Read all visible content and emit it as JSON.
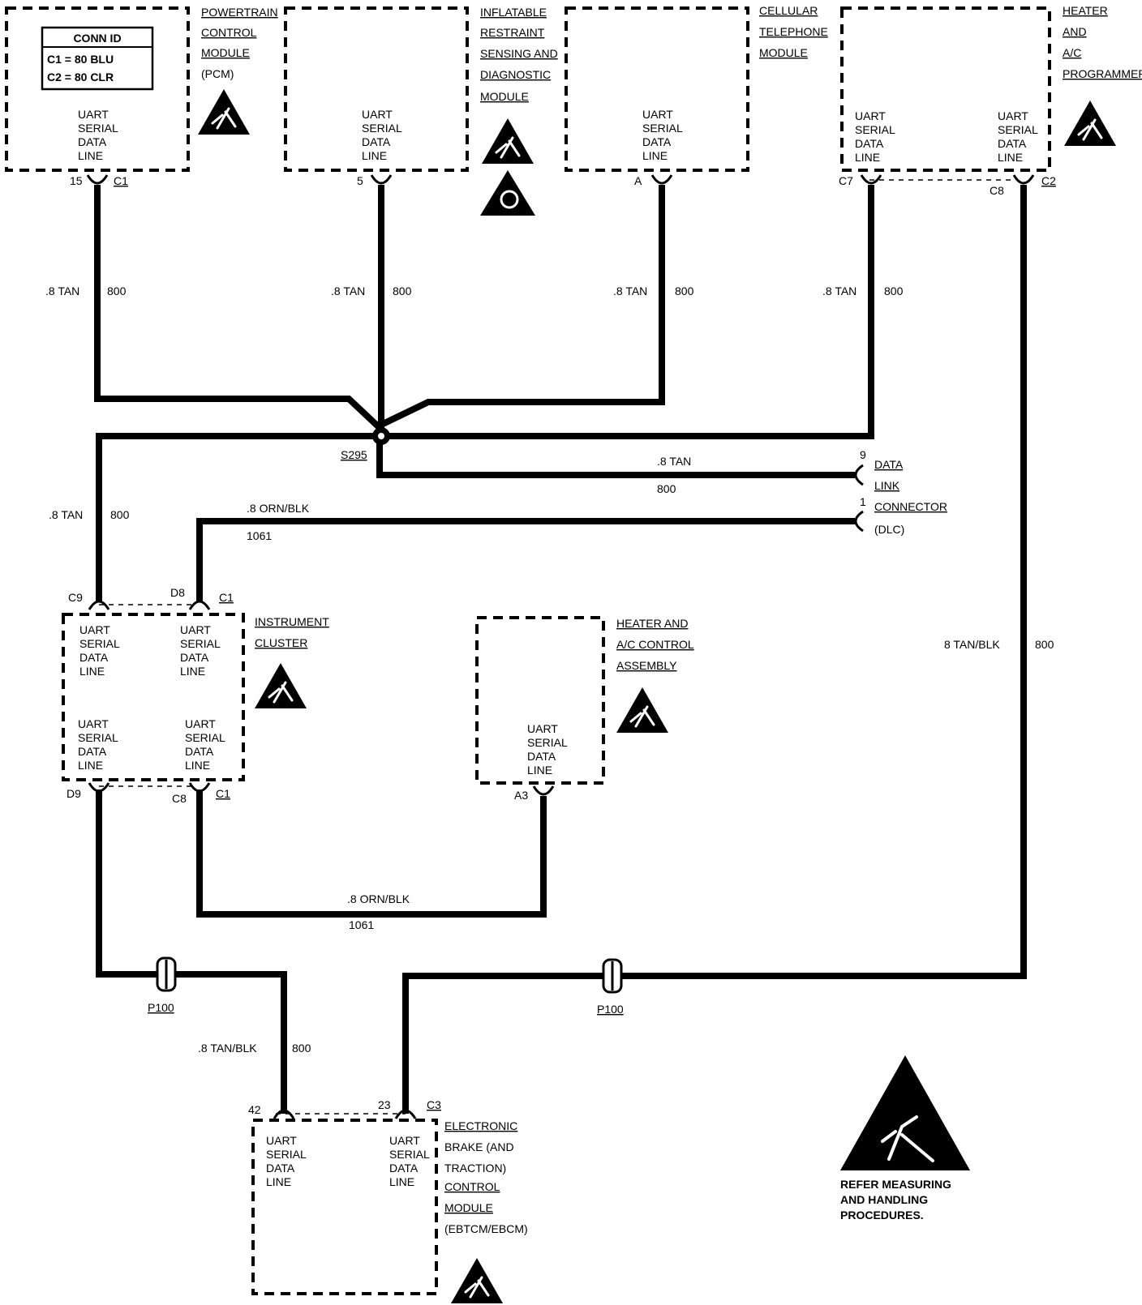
{
  "conn_id": {
    "title": "CONN ID",
    "line1": "C1 = 80 BLU",
    "line2": "C2 = 80 CLR"
  },
  "uart": [
    "UART",
    "SERIAL",
    "DATA",
    "LINE"
  ],
  "modules": {
    "pcm": {
      "lines": [
        "POWERTRAIN",
        "CONTROL",
        "MODULE",
        "(PCM)"
      ],
      "pin": "15",
      "conn": "C1"
    },
    "irsdm": {
      "lines": [
        "INFLATABLE",
        "RESTRAINT",
        "SENSING AND",
        "DIAGNOSTIC",
        "MODULE"
      ],
      "pin": "5"
    },
    "cell": {
      "lines": [
        "CELLULAR",
        "TELEPHONE",
        "MODULE"
      ],
      "pin": "A"
    },
    "hvac_prog": {
      "lines": [
        "HEATER",
        "AND",
        "A/C",
        "PROGRAMMER"
      ],
      "pin_left": "C7",
      "pin_right": "C8",
      "conn": "C2"
    },
    "cluster": {
      "lines": [
        "INSTRUMENT",
        "CLUSTER"
      ],
      "pin_tl": "C9",
      "pin_tr": "D8",
      "conn_top": "C1",
      "pin_bl": "D9",
      "pin_br": "C8",
      "conn_bot": "C1"
    },
    "hvac_ctrl": {
      "lines": [
        "HEATER AND",
        "A/C CONTROL",
        "ASSEMBLY"
      ],
      "pin": "A3"
    },
    "ebtcm": {
      "lines": [
        "ELECTRONIC",
        "BRAKE (AND",
        "TRACTION)",
        "CONTROL",
        "MODULE",
        "(EBTCM/EBCM)"
      ],
      "pin_left": "42",
      "pin_right": "23",
      "conn": "C3"
    },
    "dlc": {
      "lines": [
        "DATA",
        "LINK",
        "CONNECTOR",
        "(DLC)"
      ],
      "pin_top": "9",
      "pin_bot": "1"
    }
  },
  "wires": {
    "w1_color": ".8 TAN",
    "w1_num": "800",
    "w2_color": ".8 TAN",
    "w2_num": "800",
    "w3_color": ".8 TAN",
    "w3_num": "800",
    "w4_color": ".8 TAN",
    "w4_num": "800",
    "w5_color": ".8 TAN",
    "w5_num": "800",
    "w6_color": ".8 TAN",
    "w6_num": "800",
    "w7_color": ".8 ORN/BLK",
    "w7_num": "1061",
    "w8_color": "8 TAN/BLK",
    "w8_num": "800",
    "w9_color": ".8 ORN/BLK",
    "w9_num": "1061",
    "w10_color": ".8 TAN/BLK",
    "w10_num": "800"
  },
  "splice": "S295",
  "connectors": {
    "p100_left": "P100",
    "p100_right": "P100"
  },
  "esd_note": [
    "REFER MEASURING",
    "AND HANDLING",
    "PROCEDURES."
  ]
}
